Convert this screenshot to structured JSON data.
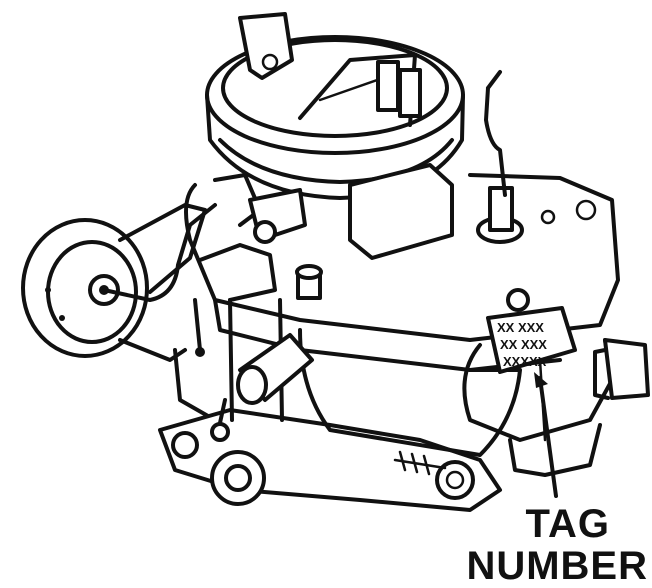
{
  "callout": {
    "line1": "TAG",
    "line2": "NUMBER"
  },
  "tag_marks": {
    "row1": "XX XXX",
    "row2": "XX XXX",
    "row3": "XXXXX"
  },
  "colors": {
    "ink": "#111111",
    "paper": "#ffffff"
  }
}
